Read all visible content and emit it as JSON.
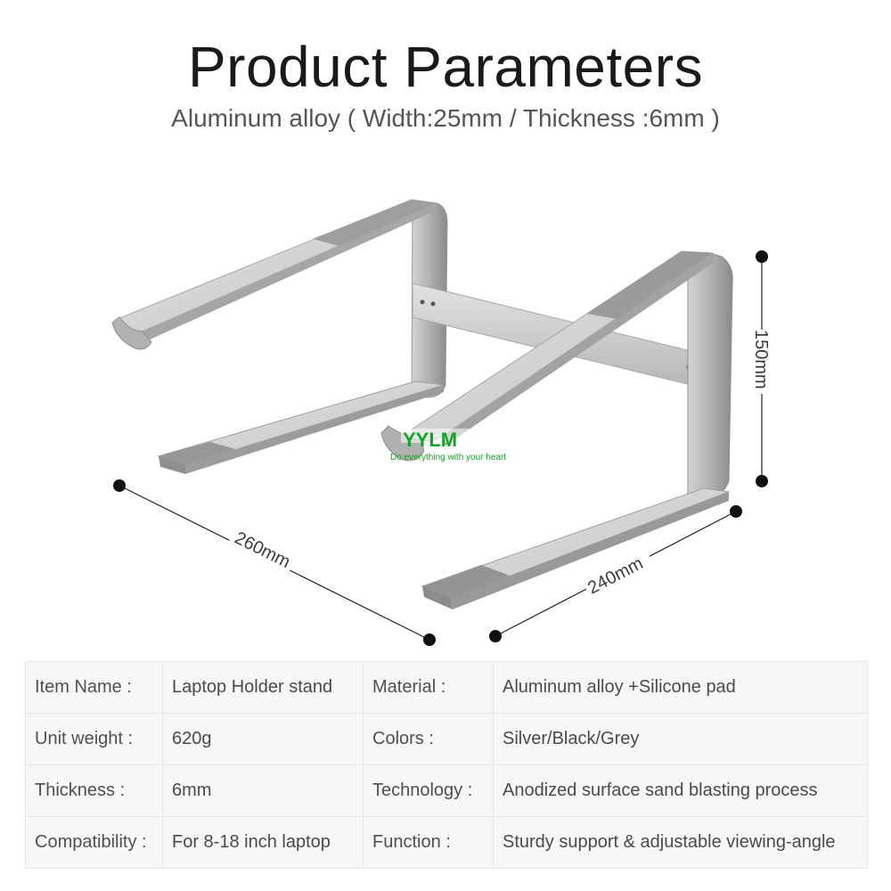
{
  "header": {
    "title": "Product Parameters",
    "subtitle": "Aluminum alloy ( Width:25mm / Thickness :6mm )"
  },
  "dimensions": {
    "height": "150mm",
    "length": "260mm",
    "depth": "240mm"
  },
  "watermark": {
    "brand": "YYLM",
    "tagline": "Do everything with your heart"
  },
  "specs": {
    "rows": [
      {
        "label1": "Item Name  :",
        "value1": "Laptop Holder stand",
        "label2": "Material  :",
        "value2": "Aluminum alloy +Silicone pad"
      },
      {
        "label1": "Unit weight :",
        "value1": "620g",
        "label2": "Colors  :",
        "value2": "Silver/Black/Grey"
      },
      {
        "label1": "Thickness  :",
        "value1": "6mm",
        "label2": "Technology :",
        "value2": "Anodized surface sand blasting process"
      },
      {
        "label1": "Compatibility :",
        "value1": "For 8-18 inch laptop",
        "label2": "Function  :",
        "value2": "Sturdy support & adjustable viewing-angle"
      }
    ]
  },
  "colors": {
    "metal_light": "#dcdcdc",
    "metal_mid": "#b9b9b9",
    "metal_dark": "#8e8e8e",
    "pad": "#9a9a9a",
    "dimension_line": "#222222",
    "watermark": "#12a524"
  }
}
